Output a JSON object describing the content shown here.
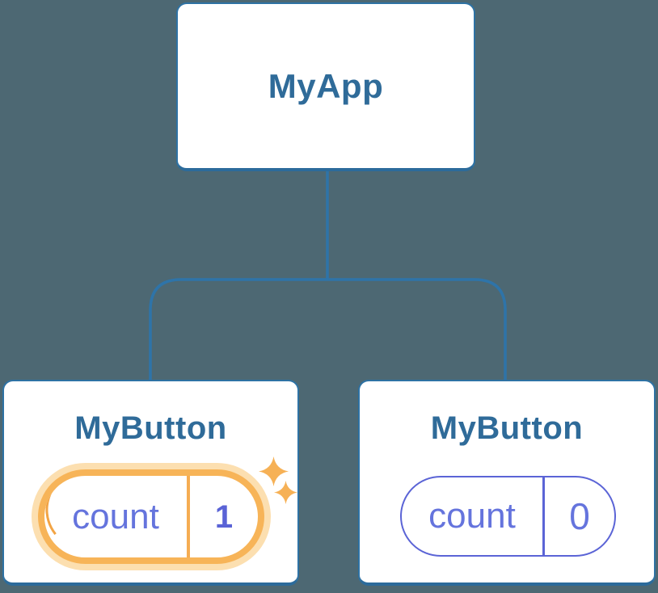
{
  "app_node": {
    "label": "MyApp"
  },
  "left_node": {
    "label": "MyButton",
    "state_key": "count",
    "state_value": "1",
    "highlighted": true
  },
  "right_node": {
    "label": "MyButton",
    "state_key": "count",
    "state_value": "0",
    "highlighted": false
  },
  "icons": {
    "sparkle_large": "sparkle-icon",
    "sparkle_small": "sparkle-icon"
  },
  "colors": {
    "background": "#4d6873",
    "node_border": "#2e72a4",
    "node_border_bottom": "#2c6b9b",
    "node_text": "#2f6b99",
    "connector": "#2e74a9",
    "state_text": "#6574dd",
    "state_value_text": "#5a63d6",
    "plain_pill_border": "#5b64d6",
    "highlight_orange": "#f7b458",
    "highlight_glow": "#fcdfb0",
    "highlight_divider": "#f5ad52",
    "highlight_arc": "#f2a444",
    "sparkle": "#f6b156",
    "card_bg": "#ffffff"
  }
}
